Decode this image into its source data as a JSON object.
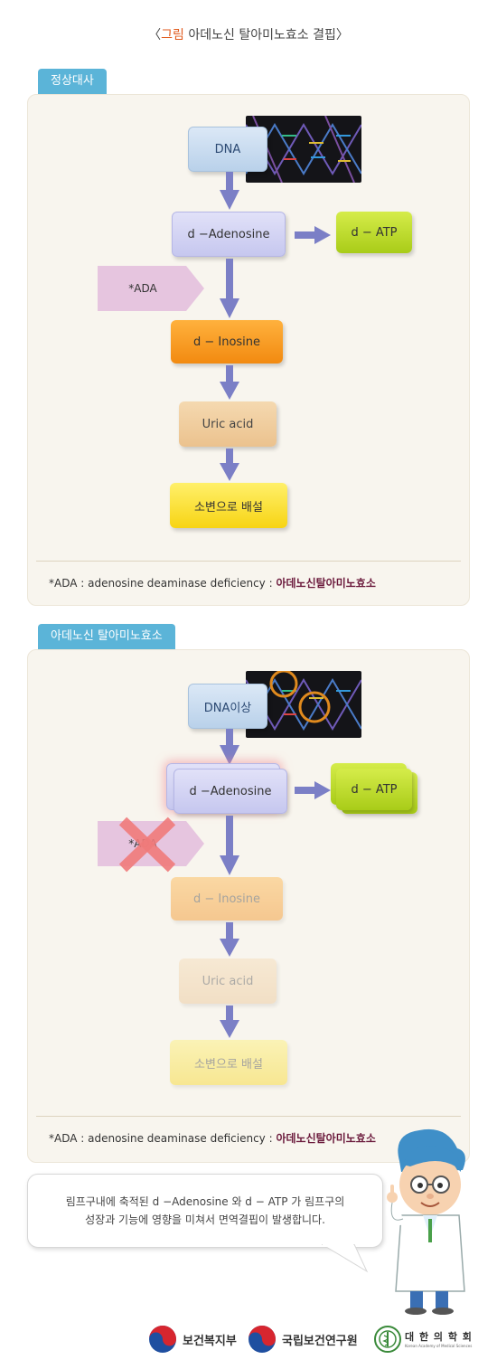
{
  "title": {
    "prefix": "〈",
    "highlight": "그림",
    "text": " 아데노신 탈아미노효소 결핍〉"
  },
  "normal": {
    "tab": "정상대사",
    "dna": "DNA",
    "adenosine": "d −Adenosine",
    "atp": "d − ATP",
    "ada": "*ADA",
    "inosine": "d − Inosine",
    "uric": "Uric acid",
    "excretion": "소변으로 배설",
    "note_en": "*ADA : adenosine deaminase deficiency : ",
    "note_kr": "아데노신탈아미노효소"
  },
  "deficient": {
    "tab": "아데노신 탈아미노효소",
    "dna": "DNA이상",
    "adenosine": "d −Adenosine",
    "atp": "d − ATP",
    "ada": "*ADA",
    "inosine": "d − Inosine",
    "uric": "Uric acid",
    "excretion": "소변으로 배설",
    "note_en": "*ADA : adenosine deaminase deficiency : ",
    "note_kr": "아데노신탈아미노효소"
  },
  "bubble": {
    "line1": "림프구내에 축적된 d −Adenosine 와 d − ATP 가 림프구의",
    "line2": "성장과 기능에 영향을 미쳐서 면역결핍이 발생합니다."
  },
  "logos": {
    "mohw": "보건복지부",
    "nih": "국립보건연구원",
    "kams": "대 한 의 학 회",
    "kams_sub": "Korean Academy of Medical Sciences"
  },
  "colors": {
    "tab": "#5bb4d8",
    "arrow": "#7b7fc6",
    "cross": "#f07b7b",
    "highlight": "#e05a1c"
  }
}
